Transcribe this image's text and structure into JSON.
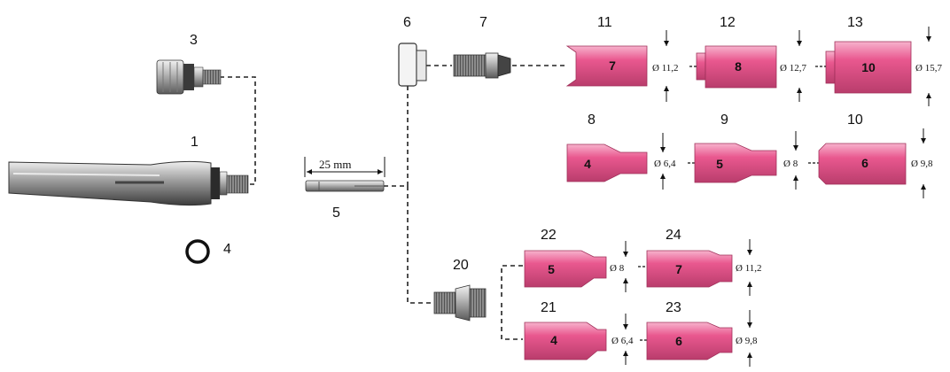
{
  "colors": {
    "nozzle": "#e9588f",
    "nozzle_light": "#f7b3cd",
    "nozzle_dark": "#b93d6c",
    "steel": "#b8b8b8",
    "line": "#222222"
  },
  "labels": {
    "p1": "1",
    "p3": "3",
    "p4": "4",
    "p5": "5",
    "p6": "6",
    "p7": "7",
    "p8": "8",
    "p9": "9",
    "p10": "10",
    "p11": "11",
    "p12": "12",
    "p13": "13",
    "p20": "20",
    "p21": "21",
    "p22": "22",
    "p23": "23",
    "p24": "24"
  },
  "collet_length": "25 mm",
  "nozzles": {
    "n11": {
      "size": "7",
      "diameter": "Ø 11,2"
    },
    "n12": {
      "size": "8",
      "diameter": "Ø 12,7"
    },
    "n13": {
      "size": "10",
      "diameter": "Ø 15,7"
    },
    "n8": {
      "size": "4",
      "diameter": "Ø 6,4"
    },
    "n9": {
      "size": "5",
      "diameter": "Ø 8"
    },
    "n10": {
      "size": "6",
      "diameter": "Ø 9,8"
    },
    "n22": {
      "size": "5",
      "diameter": "Ø 8"
    },
    "n24": {
      "size": "7",
      "diameter": "Ø 11,2"
    },
    "n21": {
      "size": "4",
      "diameter": "Ø 6,4"
    },
    "n23": {
      "size": "6",
      "diameter": "Ø 9,8"
    }
  }
}
